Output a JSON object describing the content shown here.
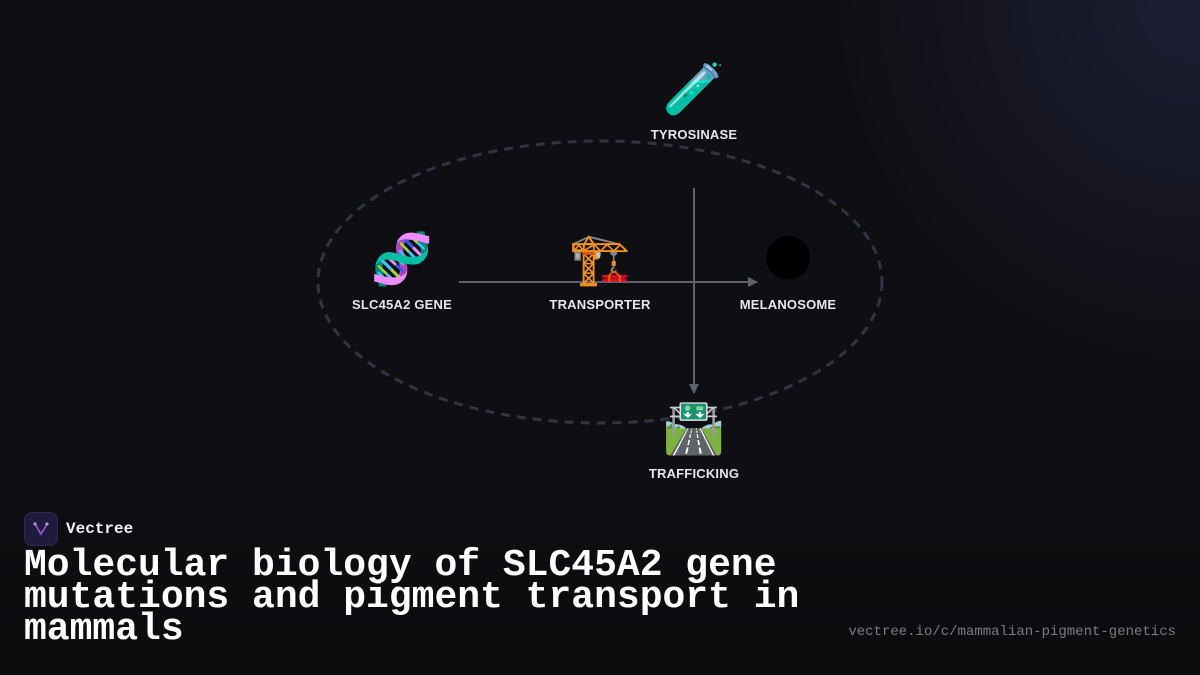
{
  "diagram": {
    "nodes": [
      {
        "id": "tyrosinase",
        "label": "TYROSINASE",
        "icon": "test-tube-icon",
        "glyph": "🧪"
      },
      {
        "id": "gene",
        "label": "SLC45A2 GENE",
        "icon": "dna-icon",
        "glyph": "🧬"
      },
      {
        "id": "transporter",
        "label": "TRANSPORTER",
        "icon": "construction-crane-icon",
        "glyph": "🏗️"
      },
      {
        "id": "melanosome",
        "label": "MELANOSOME",
        "icon": "new-moon-icon",
        "glyph": "🌑"
      },
      {
        "id": "trafficking",
        "label": "TRAFFICKING",
        "icon": "motorway-icon",
        "glyph": "🛣️"
      }
    ],
    "edges": [
      {
        "from": "gene",
        "to": "melanosome"
      },
      {
        "from": "tyrosinase",
        "to": "trafficking"
      }
    ],
    "colors": {
      "ellipse": "#2e3545",
      "arrow": "#5c6270"
    }
  },
  "brand": {
    "name": "Vectree",
    "icon": "vectree-logo-icon",
    "accent": "#9b59d6"
  },
  "title": "Molecular biology of SLC45A2 gene mutations and pigment transport in mammals",
  "url": "vectree.io/c/mammalian-pigment-genetics"
}
